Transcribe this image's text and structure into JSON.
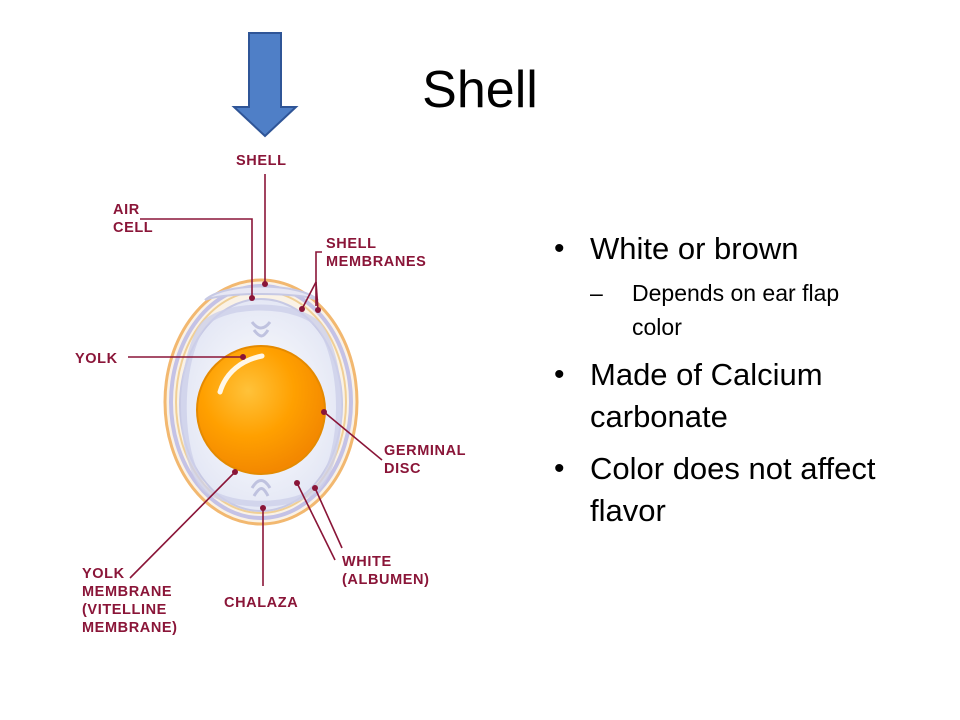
{
  "slide": {
    "title": "Shell",
    "bullets": [
      {
        "text": "White or brown",
        "sub": [
          "Depends on ear flap color"
        ]
      },
      {
        "text": "Made of Calcium carbonate"
      },
      {
        "text": "Color does not affect flavor"
      }
    ]
  },
  "diagram": {
    "labels": {
      "shell": "SHELL",
      "air_cell_1": "AIR",
      "air_cell_2": "CELL",
      "shell_membranes_1": "SHELL",
      "shell_membranes_2": "MEMBRANES",
      "yolk": "YOLK",
      "germinal_disc_1": "GERMINAL",
      "germinal_disc_2": "DISC",
      "yolk_membrane_1": "YOLK",
      "yolk_membrane_2": "MEMBRANE",
      "yolk_membrane_3": "(VITELLINE",
      "yolk_membrane_4": "MEMBRANE)",
      "chalaza": "CHALAZA",
      "white_1": "WHITE",
      "white_2": "(ALBUMEN)"
    },
    "colors": {
      "label": "#8a1538",
      "pointer_arrow": "#4f7fc7",
      "yolk": "#ff9a00"
    }
  }
}
